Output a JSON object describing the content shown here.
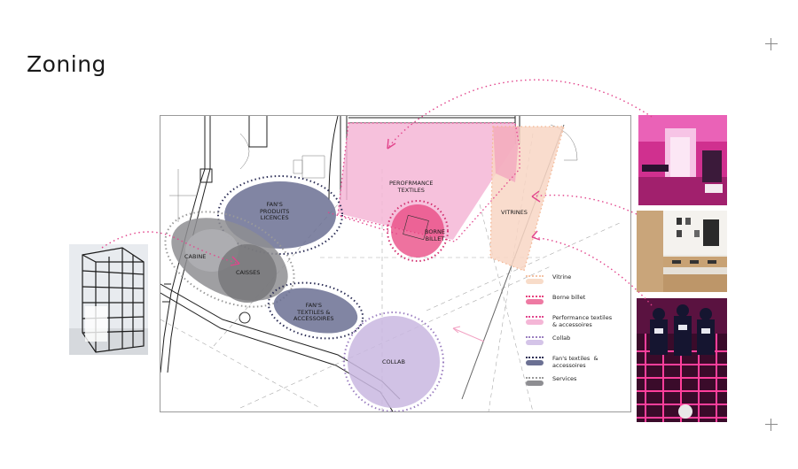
{
  "page": {
    "title": "Zoning"
  },
  "zones": {
    "performance": "PEROFRMANCE\nTEXTILES",
    "borne": "BORNE\nBILLET",
    "vitrines": "VITRINES",
    "fans_produits": "FAN'S\nPRODUITS\nLICENCES",
    "cabine": "CABINE",
    "caisses": "CAISSES",
    "fans_textiles": "FAN'S\nTEXTILES &\nACCESSOIRES",
    "collab": "COLLAB"
  },
  "legend": [
    {
      "label": "Vitrine",
      "color": "#f4c3a6"
    },
    {
      "label": "Borne billet",
      "color": "#e8437f"
    },
    {
      "label": "Performance textiles\n& accessoires",
      "color": "#f2a9cf"
    },
    {
      "label": "Collab",
      "color": "#c8b3e0"
    },
    {
      "label": "Fan's textiles  &\naccessoires",
      "color": "#5a5f86"
    },
    {
      "label": "Services",
      "color": "#8c8c90"
    }
  ],
  "colors": {
    "vitrine": "#f8d6c4",
    "borne": "#e8437f",
    "performance": "#f4b6d6",
    "collab": "#c9b7e0",
    "fans": "#6b7093",
    "services": "#8e8e92",
    "connector": "#e2458c"
  },
  "photos": [
    {
      "name": "photo-grid-structure",
      "icon": "store-structure-image"
    },
    {
      "name": "photo-neon-boutique",
      "icon": "neon-boutique-image"
    },
    {
      "name": "photo-shoe-shelves",
      "icon": "shoe-shelves-image"
    },
    {
      "name": "photo-mannequins",
      "icon": "mannequin-display-image"
    }
  ]
}
